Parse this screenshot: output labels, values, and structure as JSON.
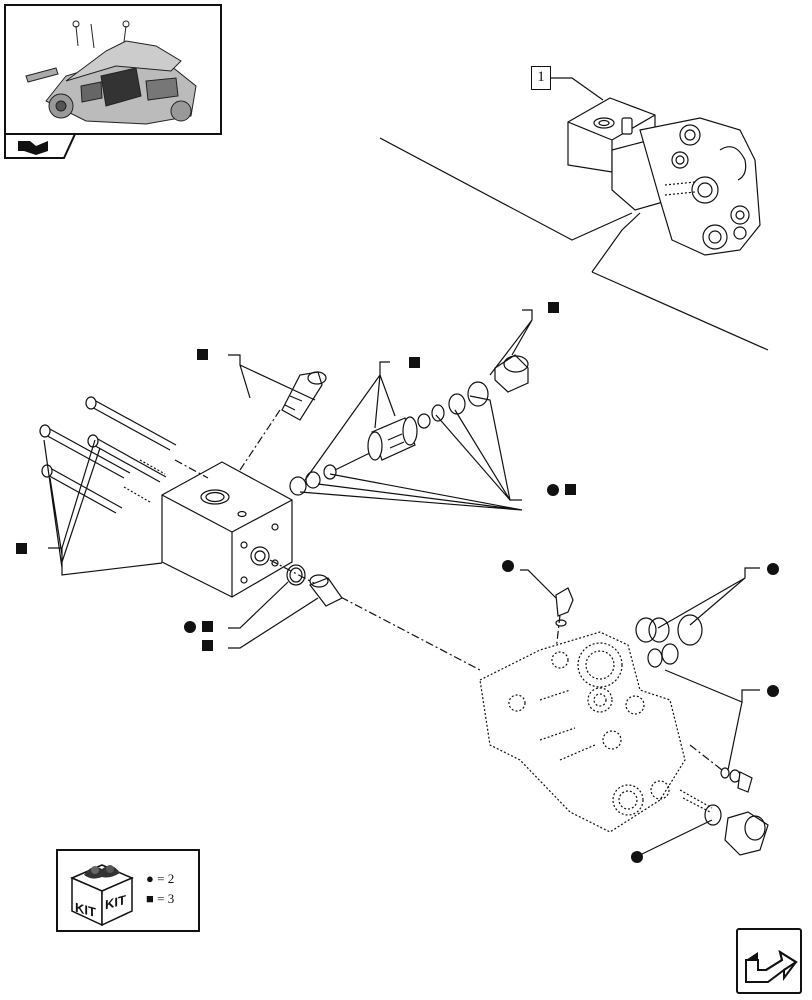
{
  "callouts": {
    "ref_1": "1"
  },
  "kit_legend": {
    "kit_word_1": "KIT",
    "kit_word_2": "KIT",
    "circle_symbol": "●",
    "circle_value": "= 2",
    "square_symbol": "■",
    "square_value": "= 3"
  },
  "icons": {
    "thumbnail": "tractor-transmission-thumbnail",
    "thumbnail_tab": "book-tab-icon",
    "nav": "next-page-arrow-icon",
    "kit": "kit-box-icon"
  },
  "colors": {
    "line": "#111111",
    "background": "#ffffff"
  }
}
